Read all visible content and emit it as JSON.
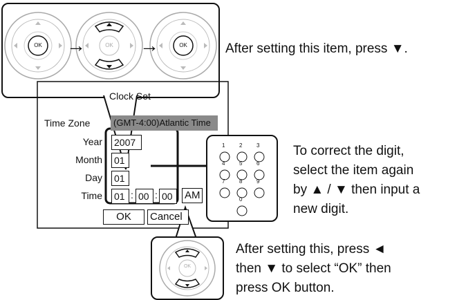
{
  "remote_strip": {
    "ok_label_1": "OK",
    "ok_label_2": "OK",
    "ok_label_3": "OK",
    "arrow_1": "→",
    "arrow_2": "→",
    "instruction": "After setting this item, press ▼."
  },
  "dialog": {
    "title": "Clock Set",
    "time_zone_label": "Time Zone",
    "time_zone_value": "(GMT-4:00)Atlantic Time",
    "year_label": "Year",
    "year_value": "2007",
    "month_label": "Month",
    "month_value": "01",
    "day_label": "Day",
    "day_value": "01",
    "time_label": "Time",
    "time_hour": "01",
    "time_minute": "00",
    "time_second": "00",
    "ampm": "AM",
    "ok_button": "OK",
    "cancel_button": "Cancel",
    "colons": [
      ":",
      ":"
    ]
  },
  "keypad": {
    "keys": [
      "1",
      "2",
      "3",
      "4",
      "5",
      "6",
      "7",
      "8",
      "9",
      "0"
    ]
  },
  "notes": {
    "digit_correction": [
      "To correct the digit,",
      "select the item again",
      "by ▲ / ▼ then input a",
      "new digit."
    ],
    "ok_instruction": [
      "After setting this, press ◄",
      "then ▼ to select “OK” then",
      "press OK button."
    ]
  },
  "bottom_remote": {
    "ok_label": "OK"
  }
}
